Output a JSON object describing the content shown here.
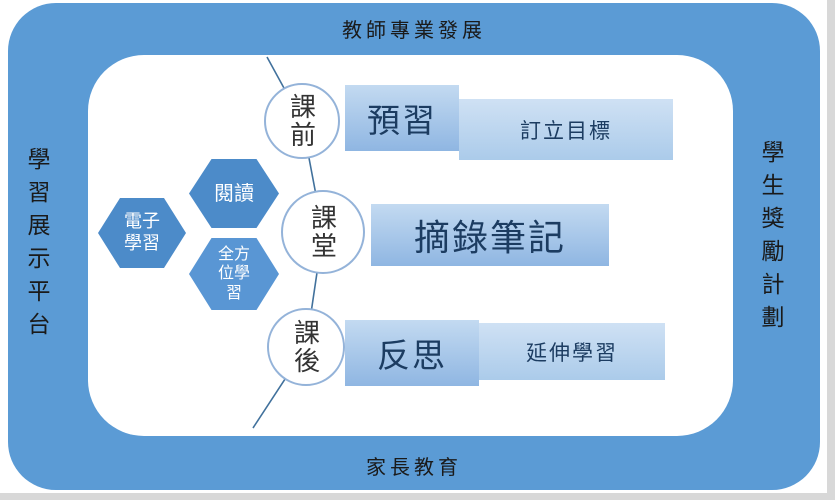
{
  "frame": {
    "top": "教師專業發展",
    "bottom": "家長教育",
    "left": "學習展示平台",
    "right": "學生獎勵計劃"
  },
  "hexagons": [
    {
      "label": "閱讀"
    },
    {
      "label": "電子學習"
    },
    {
      "label": "全方位學習"
    }
  ],
  "stages": [
    {
      "phase": "課前",
      "action": "預習",
      "detail": "訂立目標"
    },
    {
      "phase": "課堂",
      "action": "摘錄筆記"
    },
    {
      "phase": "課後",
      "action": "反思",
      "detail": "延伸學習"
    }
  ],
  "colors": {
    "frame_blue": "#5B9BD5",
    "hexagon_blue": "#4C8BC9",
    "hexagon_blue_light": "#5996D4",
    "box_gradient_top": "#C3DAF1",
    "box_gradient_bottom": "#8FB6E2",
    "sub_box_fill": "#BDD7EE",
    "box_text": "#1C3C61",
    "line_blue": "#41719C"
  }
}
